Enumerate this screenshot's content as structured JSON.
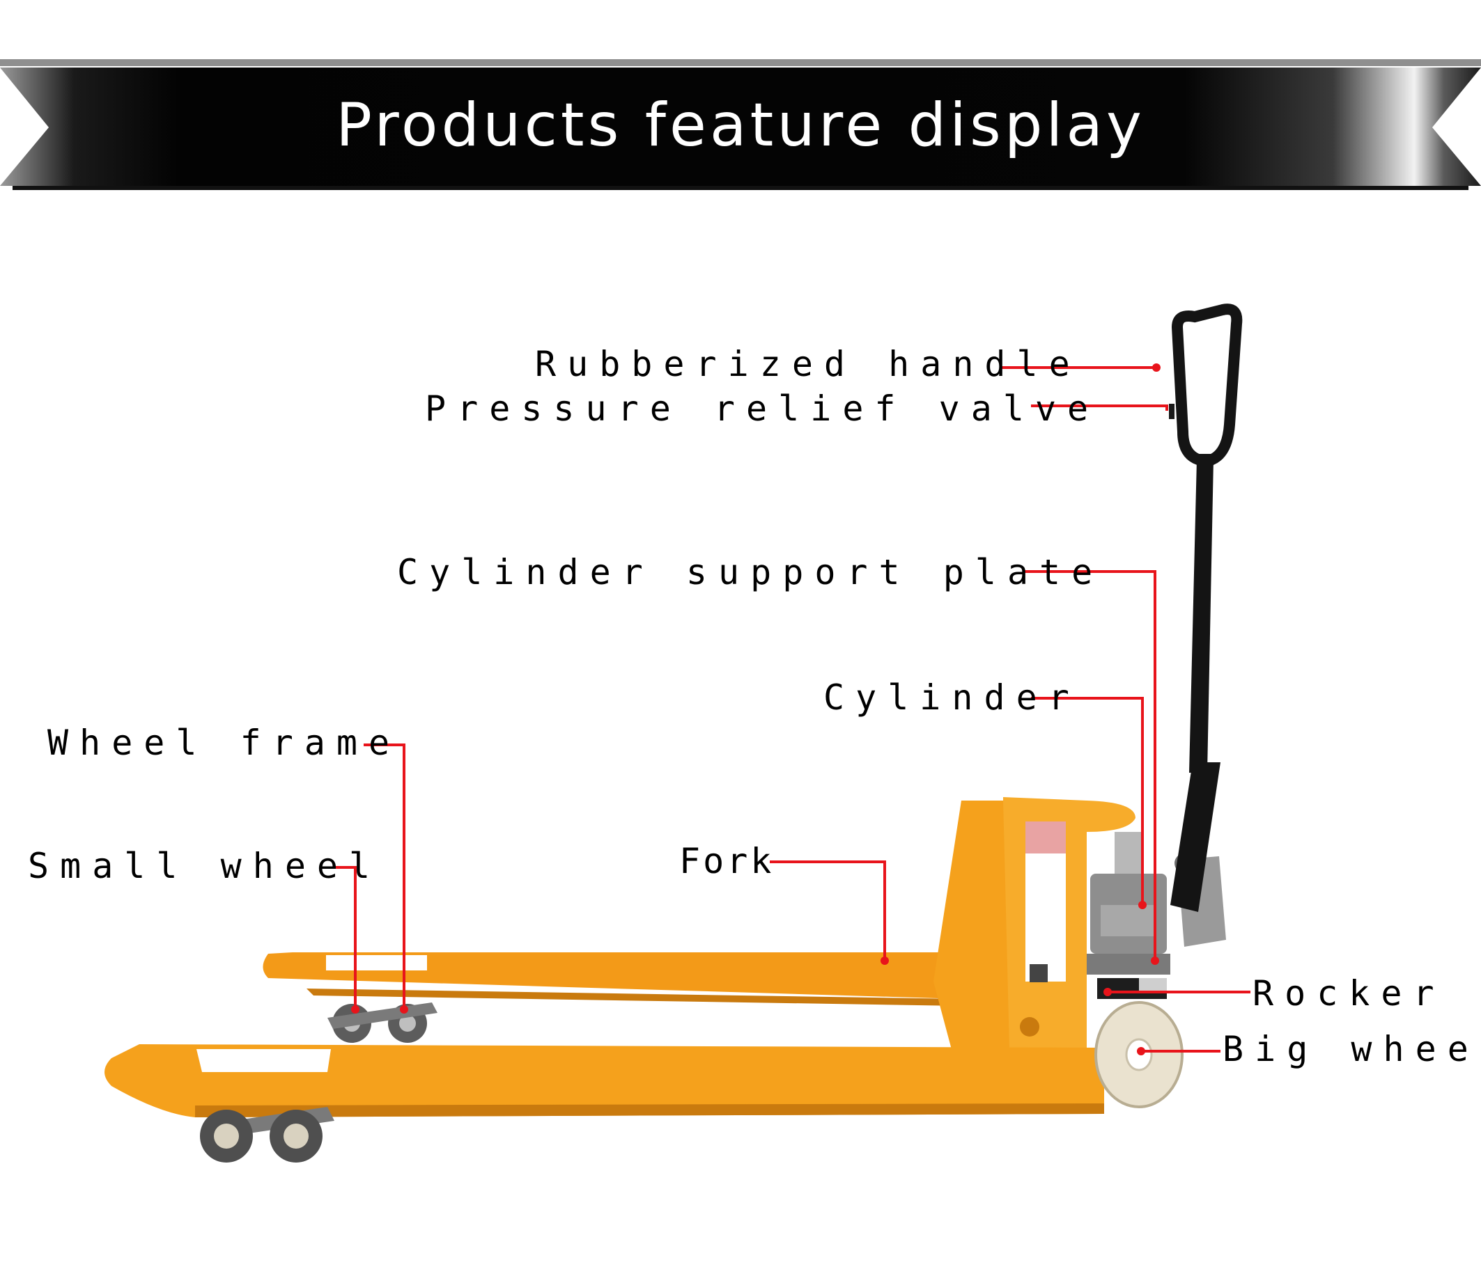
{
  "banner": {
    "title": "Products feature display"
  },
  "colors": {
    "banner_dark": "#050505",
    "banner_edge": "#8a8a8a",
    "leader_line": "#e8141b",
    "frame_orange": "#f5a11c",
    "handle_black": "#141414",
    "wheel_cream": "#efe7d6",
    "steel_grey": "#8e8e8e"
  },
  "callouts": {
    "rubberized_handle": "Rubberized handle",
    "pressure_relief_valve": "Pressure relief valve",
    "cylinder_support_plate": "Cylinder support plate",
    "cylinder": "Cylinder",
    "wheel_frame": "Wheel frame",
    "small_wheel": "Small wheel",
    "fork": "Fork",
    "rocker": "Rocker",
    "big_wheel": "Big wheel"
  }
}
